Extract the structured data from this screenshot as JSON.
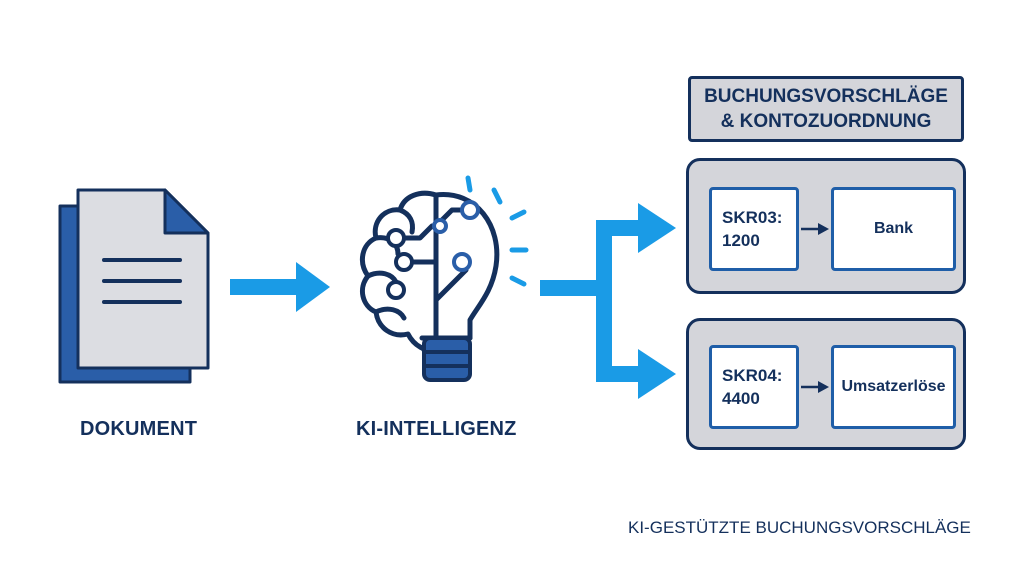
{
  "nodes": {
    "document": {
      "label": "DOKUMENT",
      "icon": "document-icon"
    },
    "ai": {
      "label": "KI-INTELLIGENZ",
      "icon": "brain-lightbulb-icon"
    }
  },
  "result_panel": {
    "header_line1": "BUCHUNGSVORSCHLÄGE",
    "header_line2": "& KONTOZUORDNUNG",
    "mappings": [
      {
        "code_line1": "SKR03:",
        "code_line2": "1200",
        "account": "Bank"
      },
      {
        "code_line1": "SKR04:",
        "code_line2": "4400",
        "account": "Umsatzerlöse"
      }
    ]
  },
  "footer": "KI-GESTÜTZTE BUCHUNGSVORSCHLÄGE",
  "colors": {
    "navy": "#14305c",
    "doc_blue": "#2a5ea8",
    "arrow_blue": "#1a9be6",
    "panel_gray": "#d4d5da",
    "page_gray": "#dcdde2"
  }
}
